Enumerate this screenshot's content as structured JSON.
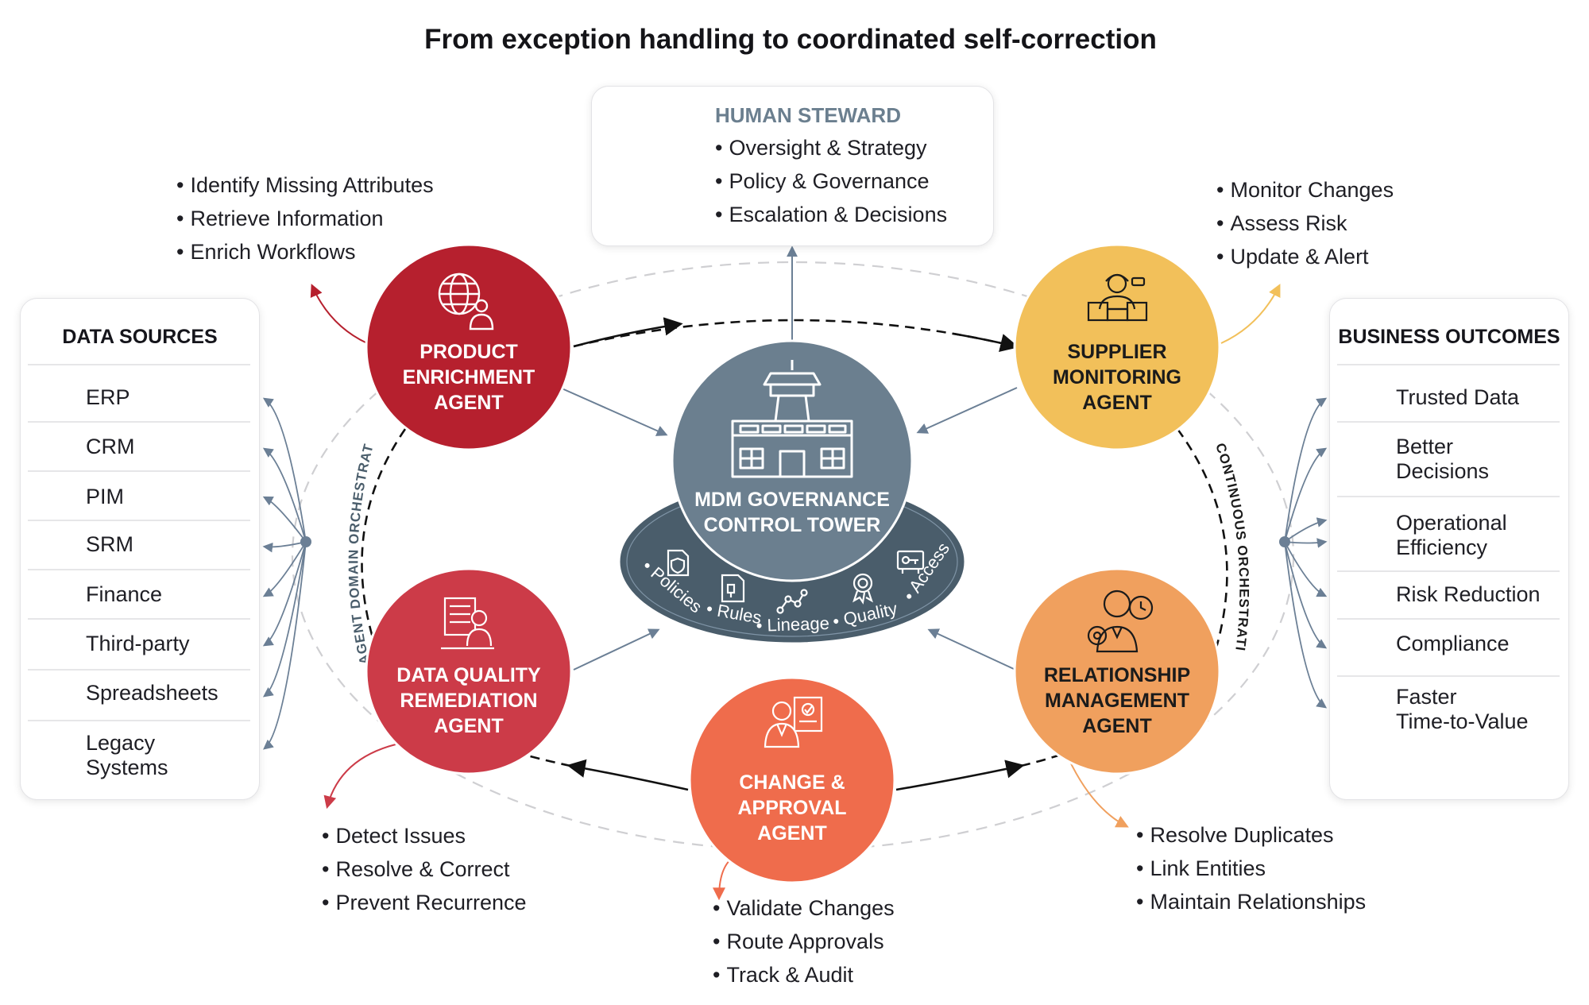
{
  "title": "From exception handling to coordinated self-correction",
  "human_steward": {
    "heading": "HUMAN STEWARD",
    "items": [
      "Oversight & Strategy",
      "Policy & Governance",
      "Escalation & Decisions"
    ]
  },
  "data_sources": {
    "heading": "DATA SOURCES",
    "items": [
      {
        "label": "ERP",
        "icon": "building-icon"
      },
      {
        "label": "CRM",
        "icon": "person-icon"
      },
      {
        "label": "PIM",
        "icon": "box-icon"
      },
      {
        "label": "SRM",
        "icon": "truck-icon"
      },
      {
        "label": "Finance",
        "icon": "dollar-icon"
      },
      {
        "label": "Third-party",
        "icon": "people-icon"
      },
      {
        "label": "Spreadsheets",
        "icon": "spreadsheet-icon"
      },
      {
        "label": "Legacy\nSystems",
        "icon": "database-icon"
      }
    ]
  },
  "business_outcomes": {
    "heading": "BUSINESS OUTCOMES",
    "items": [
      {
        "label": "Trusted Data",
        "icon": "shield-check-icon"
      },
      {
        "label": "Better\nDecisions",
        "icon": "growth-chart-icon"
      },
      {
        "label": "Operational\nEfficiency",
        "icon": "gear-icon"
      },
      {
        "label": "Risk Reduction",
        "icon": "warning-icon"
      },
      {
        "label": "Compliance",
        "icon": "clipboard-check-icon"
      },
      {
        "label": "Faster\nTime-to-Value",
        "icon": "money-chart-icon"
      }
    ]
  },
  "agents": {
    "product": {
      "name": "PRODUCT\nENRICHMENT\nAGENT",
      "color": "#b6202e",
      "tasks": [
        "Identify Missing Attributes",
        "Retrieve Information",
        "Enrich Workflows"
      ]
    },
    "supplier": {
      "name": "SUPPLIER\nMONITORING\nAGENT",
      "color": "#f2c05a",
      "tasks": [
        "Monitor Changes",
        "Assess Risk",
        "Update & Alert"
      ]
    },
    "quality": {
      "name": "DATA QUALITY\nREMEDIATION\nAGENT",
      "color": "#cc3b48",
      "tasks": [
        "Detect Issues",
        "Resolve & Correct",
        "Prevent Recurrence"
      ]
    },
    "relationship": {
      "name": "RELATIONSHIP\nMANAGEMENT\nAGENT",
      "color": "#f0a05e",
      "tasks": [
        "Resolve Duplicates",
        "Link Entities",
        "Maintain Relationships"
      ]
    },
    "change": {
      "name": "CHANGE &\nAPPROVAL\nAGENT",
      "color": "#ef6c4c",
      "tasks": [
        "Validate Changes",
        "Route Approvals",
        "Track & Audit"
      ]
    }
  },
  "control_tower": {
    "name": "MDM GOVERNANCE\nCONTROL TOWER",
    "color": "#6b7f8f",
    "base_color": "#4a5d6b",
    "pillars": [
      "Policies",
      "Rules",
      "Lineage",
      "Quality",
      "Access"
    ]
  },
  "orchestration": {
    "left": "AGENT DOMAIN ORCHESTRATION",
    "right": "CONTINUOUS ORCHESTRATION"
  }
}
